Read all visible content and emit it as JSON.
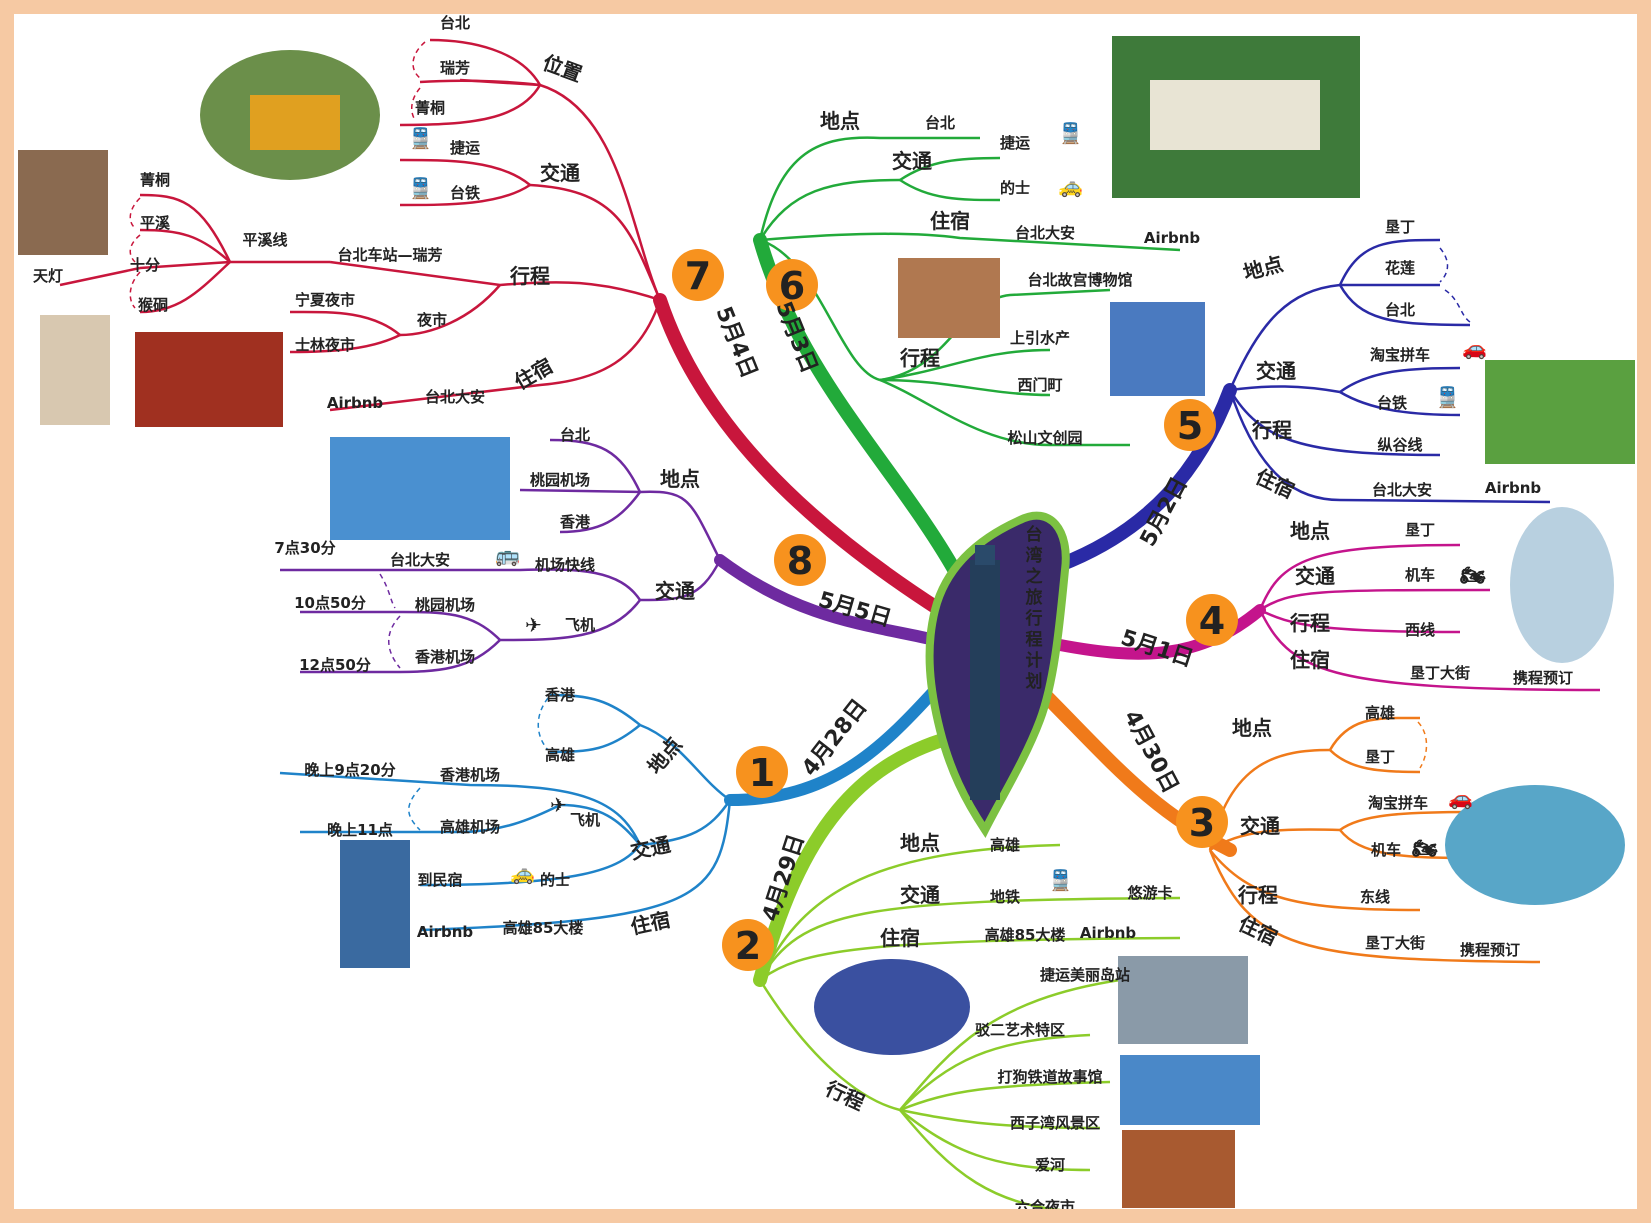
{
  "title": "台湾之旅行程计划",
  "colors": {
    "d1": "#1f83c9",
    "d2": "#8ccc2a",
    "d3": "#f07a1a",
    "d4": "#c4148c",
    "d5": "#2a2aa6",
    "d6": "#22aa3a",
    "d7": "#c8163c",
    "d8": "#6e2aa0",
    "badge": "#f7921e",
    "island": "#7cc142"
  },
  "days": [
    {
      "num": "1",
      "date": "4月28日",
      "branches": [
        {
          "label": "地点",
          "items": [
            "香港",
            "高雄"
          ]
        },
        {
          "label": "交通",
          "items": [
            "香港机场",
            "高雄机场",
            "晚上9点20分",
            "晚上11点",
            "飞机",
            "到民宿",
            "的士"
          ]
        },
        {
          "label": "住宿",
          "items": [
            "高雄85大楼",
            "Airbnb"
          ]
        }
      ]
    },
    {
      "num": "2",
      "date": "4月29日",
      "branches": [
        {
          "label": "地点",
          "items": [
            "高雄"
          ]
        },
        {
          "label": "交通",
          "items": [
            "地铁",
            "悠游卡"
          ]
        },
        {
          "label": "住宿",
          "items": [
            "高雄85大楼",
            "Airbnb"
          ]
        },
        {
          "label": "行程",
          "items": [
            "捷运美丽岛站",
            "驳二艺术特区",
            "打狗铁道故事馆",
            "西子湾风景区",
            "爱河",
            "六合夜市"
          ]
        }
      ]
    },
    {
      "num": "3",
      "date": "4月30日",
      "branches": [
        {
          "label": "地点",
          "items": [
            "高雄",
            "垦丁"
          ]
        },
        {
          "label": "交通",
          "items": [
            "淘宝拼车",
            "机车"
          ]
        },
        {
          "label": "行程",
          "items": [
            "东线"
          ]
        },
        {
          "label": "住宿",
          "items": [
            "垦丁大街",
            "携程预订"
          ]
        }
      ]
    },
    {
      "num": "4",
      "date": "5月1日",
      "branches": [
        {
          "label": "地点",
          "items": [
            "垦丁"
          ]
        },
        {
          "label": "交通",
          "items": [
            "机车"
          ]
        },
        {
          "label": "行程",
          "items": [
            "西线"
          ]
        },
        {
          "label": "住宿",
          "items": [
            "垦丁大街",
            "携程预订"
          ]
        }
      ]
    },
    {
      "num": "5",
      "date": "5月2日",
      "branches": [
        {
          "label": "地点",
          "items": [
            "垦丁",
            "花莲",
            "台北"
          ]
        },
        {
          "label": "交通",
          "items": [
            "淘宝拼车",
            "台铁"
          ]
        },
        {
          "label": "行程",
          "items": [
            "纵谷线"
          ]
        },
        {
          "label": "住宿",
          "items": [
            "台北大安",
            "Airbnb"
          ]
        }
      ]
    },
    {
      "num": "6",
      "date": "5月3日",
      "branches": [
        {
          "label": "地点",
          "items": [
            "台北"
          ]
        },
        {
          "label": "交通",
          "items": [
            "捷运",
            "的士"
          ]
        },
        {
          "label": "住宿",
          "items": [
            "台北大安",
            "Airbnb"
          ]
        },
        {
          "label": "行程",
          "items": [
            "台北故宫博物馆",
            "上引水产",
            "西门町",
            "松山文创园"
          ]
        }
      ]
    },
    {
      "num": "7",
      "date": "5月4日",
      "branches": [
        {
          "label": "位置",
          "items": [
            "台北",
            "瑞芳",
            "菁桐"
          ]
        },
        {
          "label": "交通",
          "items": [
            "捷运",
            "台铁"
          ]
        },
        {
          "label": "行程",
          "items": [
            "台北车站—瑞芳",
            "平溪线",
            "菁桐",
            "平溪",
            "十分",
            "猴硐",
            "天灯",
            "夜市",
            "宁夏夜市",
            "士林夜市"
          ]
        },
        {
          "label": "住宿",
          "items": [
            "台北大安",
            "Airbnb"
          ]
        }
      ]
    },
    {
      "num": "8",
      "date": "5月5日",
      "branches": [
        {
          "label": "地点",
          "items": [
            "台北",
            "桃园机场",
            "香港"
          ]
        },
        {
          "label": "交通",
          "items": [
            "机场快线",
            "台北大安",
            "7点30分",
            "飞机",
            "桃园机场",
            "香港机场",
            "10点50分",
            "12点50分"
          ]
        }
      ]
    }
  ]
}
